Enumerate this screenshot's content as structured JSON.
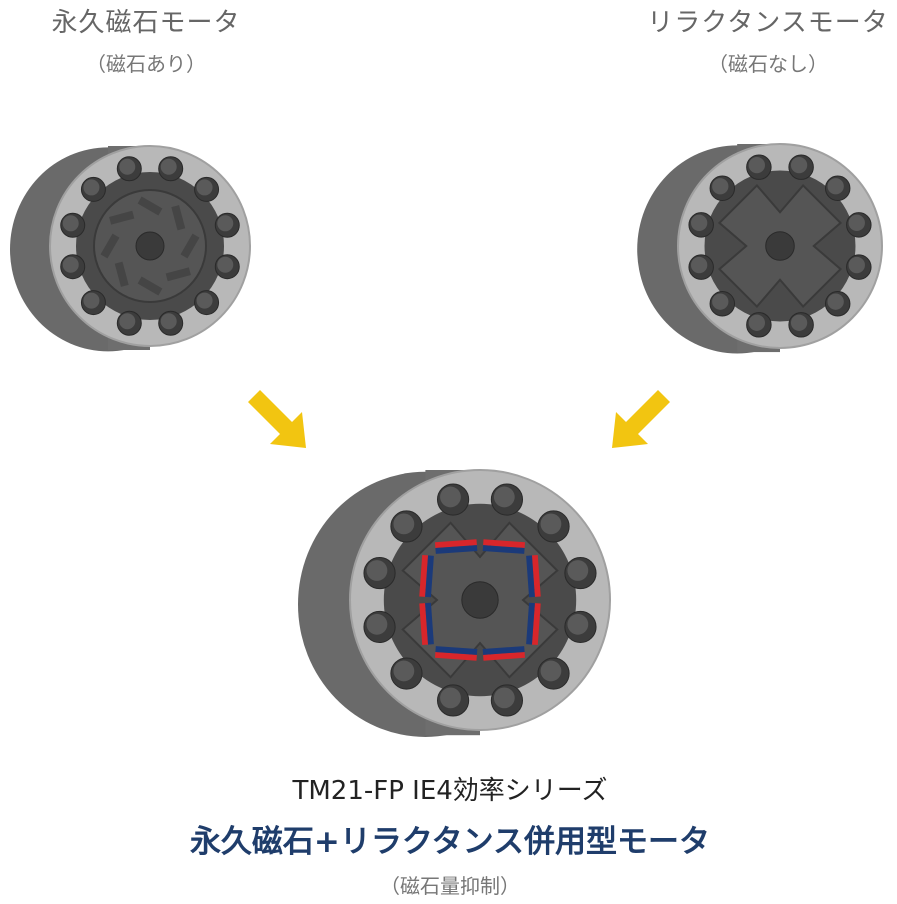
{
  "labels": {
    "pm_motor_title": "永久磁石モータ",
    "pm_motor_sub": "（磁石あり）",
    "reluctance_motor_title": "リラクタンスモータ",
    "reluctance_motor_sub": "（磁石なし）",
    "series_label": "TM21-FP IE4効率シリーズ",
    "combined_motor_title": "永久磁石+リラクタンス併用型モータ",
    "combined_motor_sub": "（磁石量抑制）"
  },
  "colors": {
    "arrow": "#f2c511",
    "magnet_north": "#d8262b",
    "magnet_south": "#1b3a7a",
    "stator": "#b8b8b8",
    "rotor": "#555555",
    "housing": "#707070",
    "accent_text": "#1f3d6b"
  }
}
